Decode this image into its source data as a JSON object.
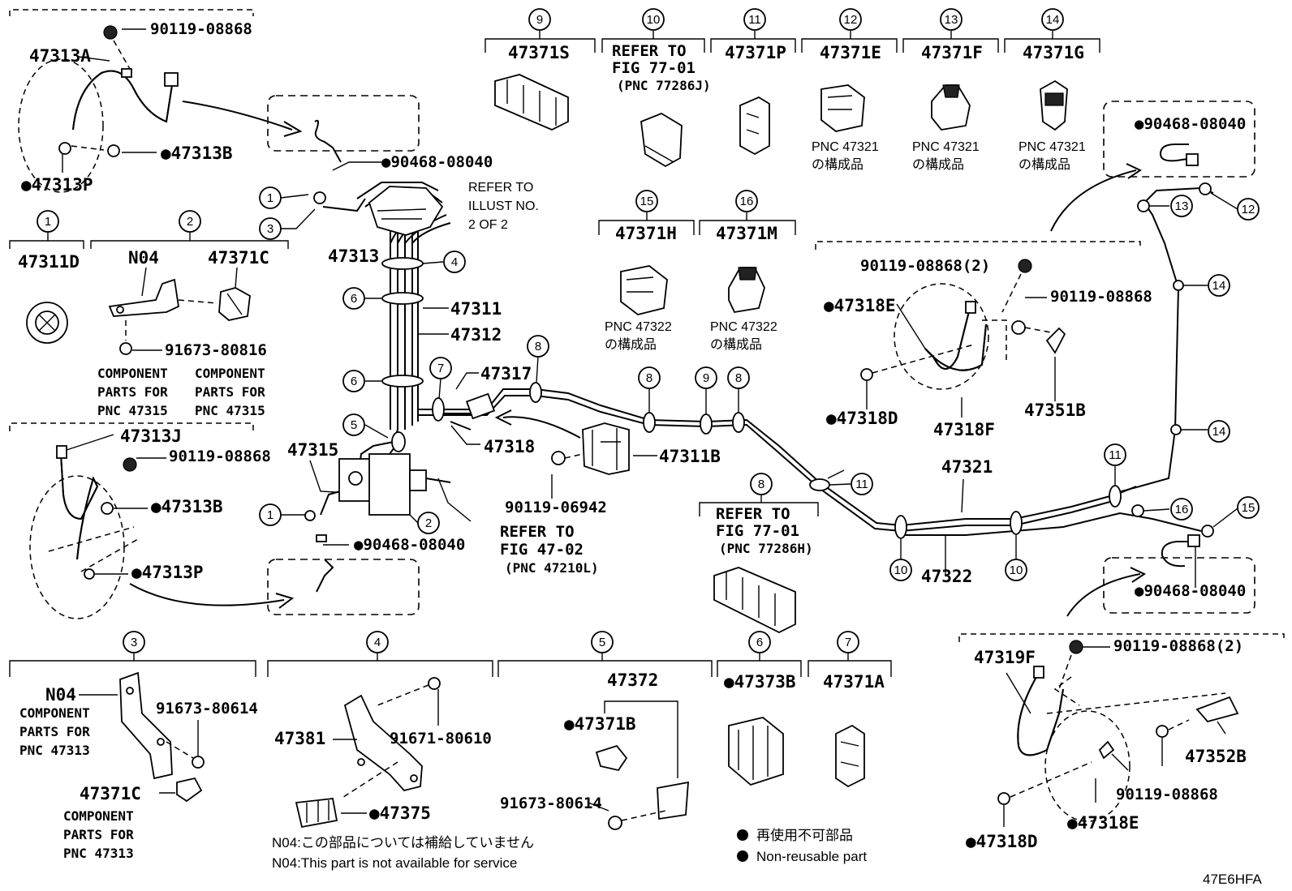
{
  "callouts": {
    "c1": "1",
    "c2": "2",
    "c3": "3",
    "c4": "4",
    "c5": "5",
    "c6": "6",
    "c7": "7",
    "c8": "8",
    "c9": "9",
    "c10": "10",
    "c11": "11",
    "c12": "12",
    "c13": "13",
    "c14": "14",
    "c15": "15",
    "c16": "16"
  },
  "parts": {
    "p47313A": "47313A",
    "p90119_08868_a": "90119-08868",
    "p47313B_a": "●47313B",
    "p47313P_a": "●47313P",
    "p90468_08040_a": "●90468-08040",
    "refer_illust": [
      "REFER TO",
      "ILLUST NO.",
      "2 OF 2"
    ],
    "p47313": "47313",
    "p47311": "47311",
    "p47312": "47312",
    "p47317": "47317",
    "p47318": "47318",
    "p47311B": "47311B",
    "p90119_06942": "90119-06942",
    "refer_fig4702": [
      "REFER TO",
      "FIG 47-02",
      "(PNC 47210L)"
    ],
    "p90468_08040_b": "●90468-08040",
    "p47315": "47315",
    "p47311D": "47311D",
    "pN04_top": "N04",
    "p47371C_top": "47371C",
    "p91673_80816": "91673-80816",
    "comp_47315_left": [
      "COMPONENT",
      "PARTS FOR",
      "PNC 47315"
    ],
    "comp_47315_right": [
      "COMPONENT",
      "PARTS FOR",
      "PNC 47315"
    ],
    "p47313J": "47313J",
    "p90119_08868_b": "90119-08868",
    "p47313B_b": "●47313B",
    "p47313P_b": "●47313P",
    "p47371S": "47371S",
    "refer_fig7701_a": [
      "REFER TO",
      "FIG 77-01",
      "(PNC 77286J)"
    ],
    "p47371P": "47371P",
    "p47371E": "47371E",
    "p47371F": "47371F",
    "p47371G": "47371G",
    "pnc47321_e": [
      "PNC 47321",
      "の構成品"
    ],
    "pnc47321_f": [
      "PNC 47321",
      "の構成品"
    ],
    "pnc47321_g": [
      "PNC 47321",
      "の構成品"
    ],
    "p47371H": "47371H",
    "p47371M": "47371M",
    "pnc47322_h": [
      "PNC 47322",
      "の構成品"
    ],
    "pnc47322_m": [
      "PNC 47322",
      "の構成品"
    ],
    "p90468_08040_c": "●90468-08040",
    "p90119_08868_2_a": "90119-08868(2)",
    "p90119_08868_c": "90119-08868",
    "p47318E_a": "●47318E",
    "p47318D_a": "●47318D",
    "p47318F": "47318F",
    "p47351B": "47351B",
    "p47321": "47321",
    "p47322": "47322",
    "refer_fig7701_b": [
      "REFER TO",
      "FIG 77-01",
      "(PNC 77286H)"
    ],
    "p90468_08040_d": "●90468-08040",
    "pN04_bot": "N04",
    "comp_47313_a": [
      "COMPONENT",
      "PARTS FOR",
      "PNC 47313"
    ],
    "p91673_80614_a": "91673-80614",
    "p47371C_bot": "47371C",
    "comp_47313_b": [
      "COMPONENT",
      "PARTS FOR",
      "PNC 47313"
    ],
    "p47381": "47381",
    "p91671_80610": "91671-80610",
    "p47375": "●47375",
    "p47372": "47372",
    "p47371B": "●47371B",
    "p91673_80614_b": "91673-80614",
    "p47373B": "●47373B",
    "p47371A": "47371A",
    "p47319F": "47319F",
    "p90119_08868_2_b": "90119-08868(2)",
    "p47352B": "47352B",
    "p90119_08868_d": "90119-08868",
    "p47318E_b": "●47318E",
    "p47318D_b": "●47318D"
  },
  "notes": {
    "n04_jp": "N04:この部品については補給していません",
    "n04_en": "N04:This part is not available for service",
    "legend_jp": "再使用不可部品",
    "legend_en": "Non-reusable part",
    "figure_code": "47E6HFA"
  }
}
